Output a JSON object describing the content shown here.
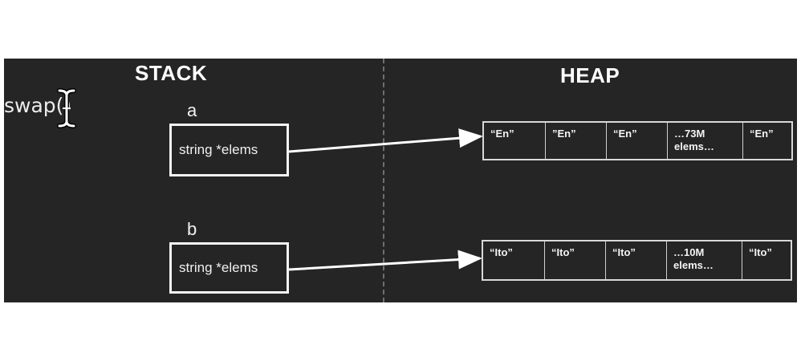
{
  "headers": {
    "stack": "STACK",
    "heap": "HEAP"
  },
  "function_label": "swap()",
  "cursor_icon": "text-cursor-ibeam-icon",
  "stack_vars": [
    {
      "label": "a",
      "field": "string *elems"
    },
    {
      "label": "b",
      "field": "string *elems"
    }
  ],
  "heap_arrays": [
    {
      "cells": [
        "“En”",
        "”En”",
        "“En”",
        "…73M\nelems…",
        "“En”"
      ]
    },
    {
      "cells": [
        "“Ito”",
        "“Ito”",
        "“Ito”",
        "…10M\nelems…",
        "“Ito”"
      ]
    }
  ],
  "colors": {
    "background": "#252525",
    "foreground": "#ffffff",
    "divider": "#6f6f6f"
  }
}
